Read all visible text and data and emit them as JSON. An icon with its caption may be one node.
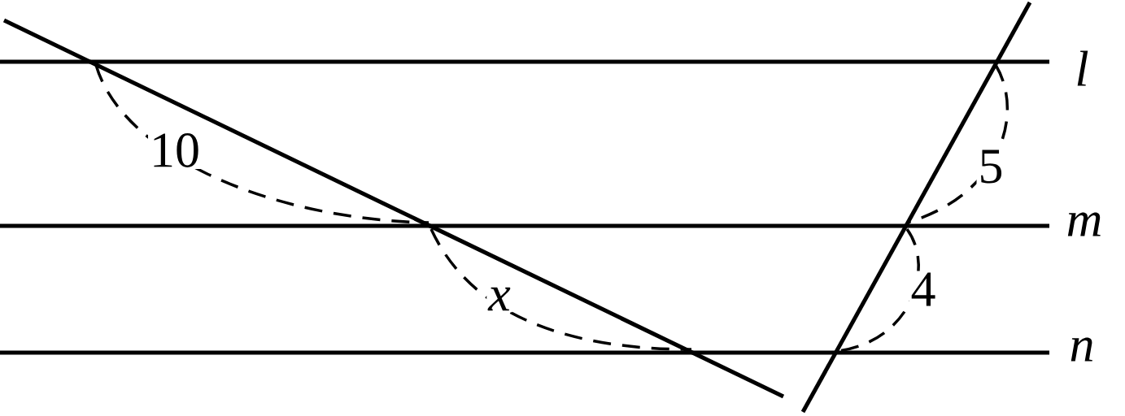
{
  "diagram": {
    "labels": [
      "l",
      "10",
      "5",
      "m",
      "4",
      "x",
      "n"
    ]
  }
}
